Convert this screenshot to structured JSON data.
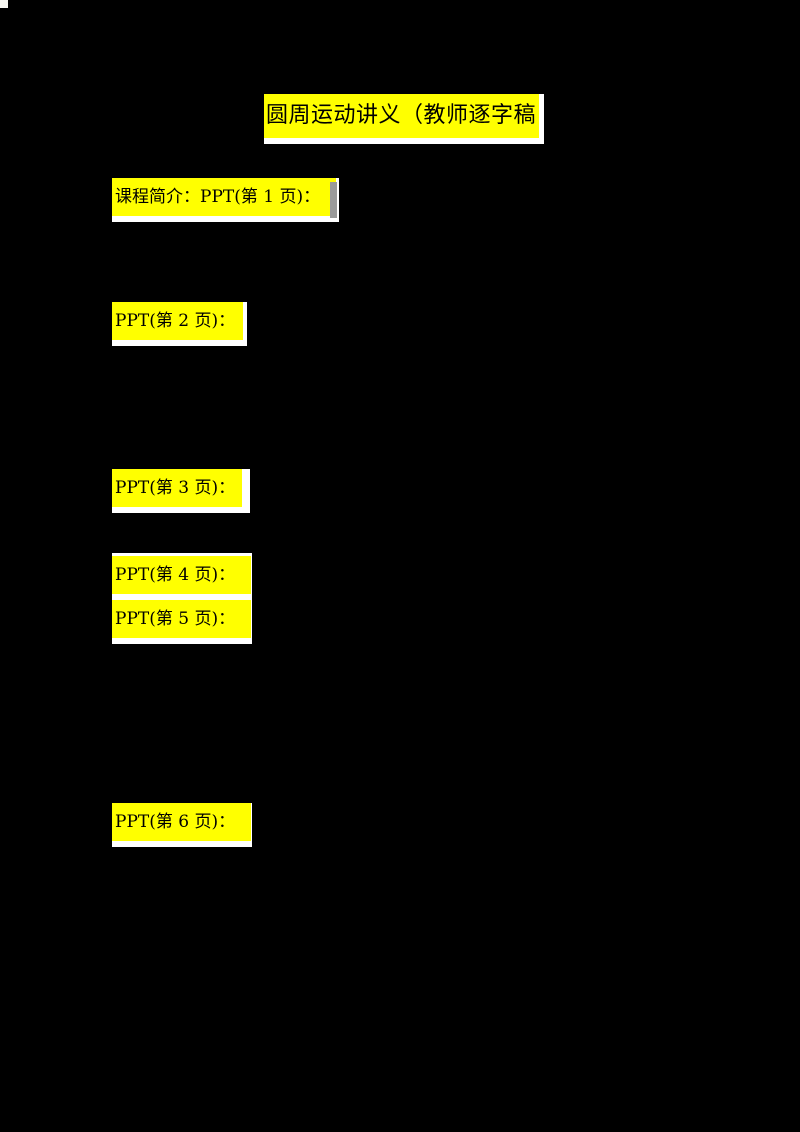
{
  "document": {
    "page_background": "#000000",
    "paper_color": "#ffffff",
    "highlight_color": "#ffff00",
    "text_color": "#000000",
    "language": "zh-CN"
  },
  "title": {
    "text": "圆周运动讲义（教师逐字稿",
    "clipped": true
  },
  "lines": [
    {
      "id": "intro",
      "text": "课程简介：PPT(第 1 页)：",
      "clipped": true
    },
    {
      "id": "ppt2",
      "text": "PPT(第 2 页)：",
      "clipped": true
    },
    {
      "id": "ppt3",
      "text": "PPT(第 3 页)：",
      "clipped": true
    },
    {
      "id": "ppt4",
      "text": "PPT(第 4 页)：",
      "clipped": false
    },
    {
      "id": "ppt5",
      "text": "PPT(第 5 页)：",
      "clipped": false
    },
    {
      "id": "ppt6",
      "text": "PPT(第 6 页)：",
      "clipped": false
    }
  ]
}
